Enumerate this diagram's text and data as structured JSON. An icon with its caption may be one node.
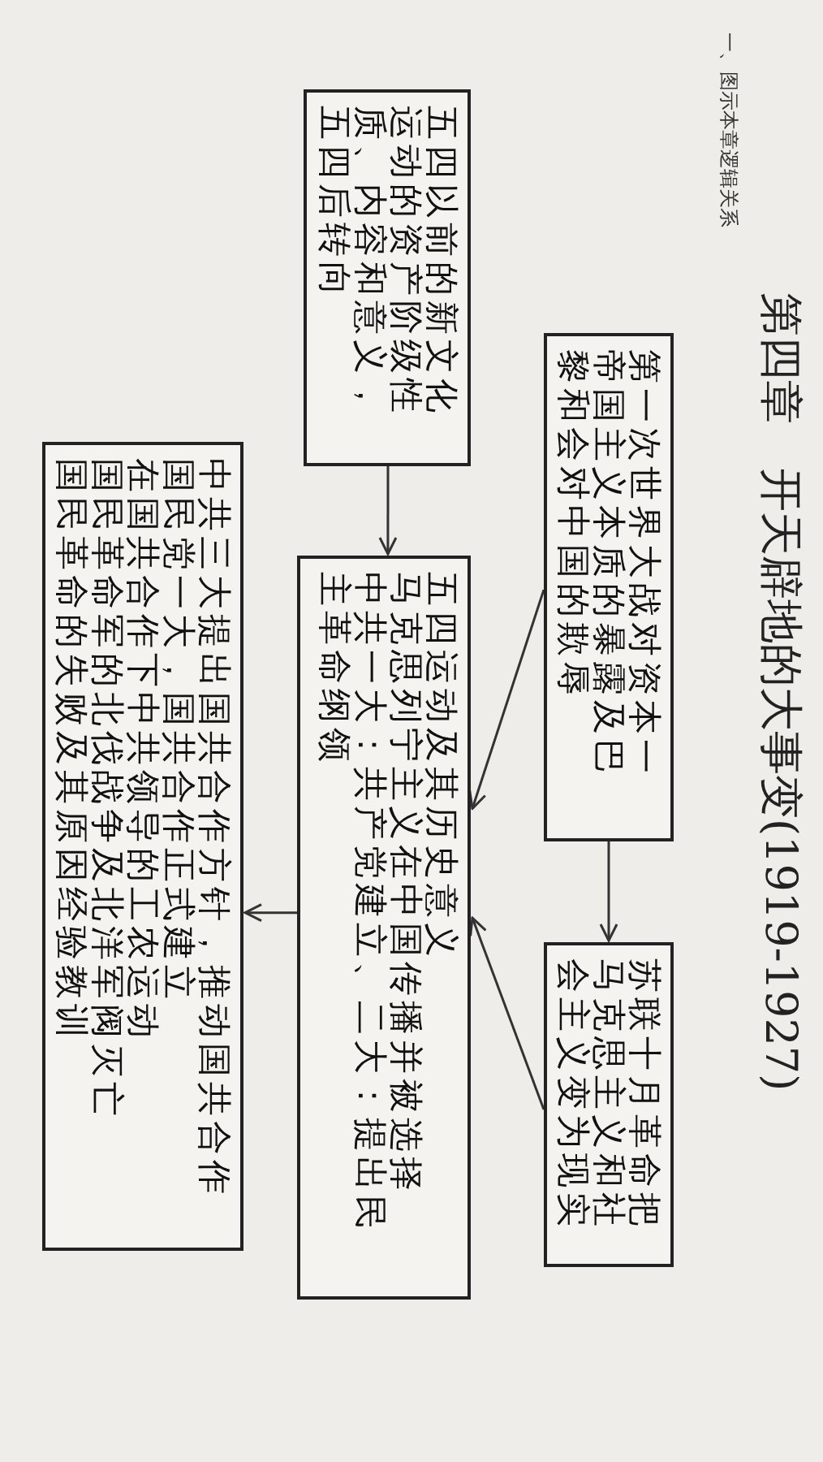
{
  "diagram": {
    "title": "第四章　开天辟地的大事变(1919-1927)",
    "nodes": [
      {
        "text": [
          "第一次世界大战对资本一帝国主义本质的暴露及巴黎和会对中国的欺辱"
        ]
      },
      {
        "text": [
          "苏联十月革命把马克思主义和社会主义变为现实"
        ]
      },
      {
        "text": [
          "五四以前的新文化运动的资产阶级性质、内容和意义，五四后转向"
        ]
      },
      {
        "text": [
          "五四运动及其历史意义",
          "马克思列宁主义在中国传播并被选择",
          "中共一大：共产党建立、二大：提出民主革命纲领"
        ]
      },
      {
        "text": [
          "中共三大提出国共合作方针，推动国共合作",
          "国民党一大，国共合作正式建立",
          "在国共合作下中共领导的工农运动",
          "国民革命军的北伐战争及北洋军阀灭亡",
          "国民革命的失败及其原因经验教训"
        ]
      }
    ],
    "edges": [
      {
        "from": 0,
        "to": 1,
        "arrow": "to"
      },
      {
        "from": 0,
        "to": 3,
        "arrow": "to"
      },
      {
        "from": 1,
        "to": 3,
        "arrow": "to"
      },
      {
        "from": 2,
        "to": 3,
        "arrow": "to"
      },
      {
        "from": 3,
        "to": 4,
        "arrow": "to"
      }
    ],
    "labels": [
      "一、图示本章逻辑关系"
    ]
  }
}
